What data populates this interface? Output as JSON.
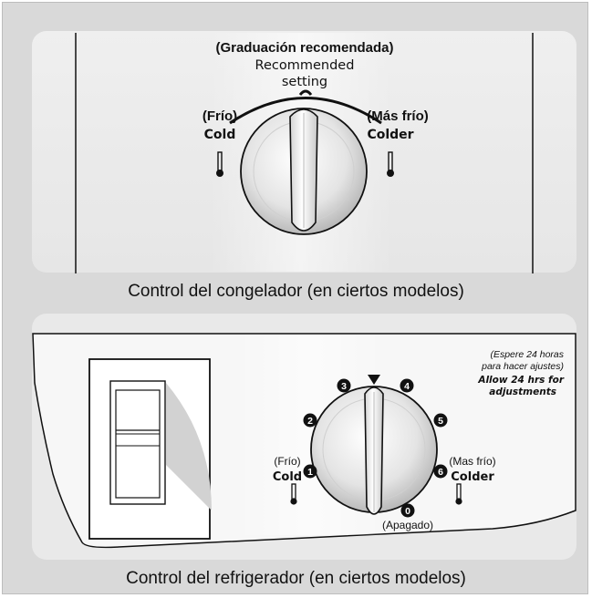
{
  "freezer": {
    "recommended_es": "(Graduación recomendada)",
    "recommended_en_line1": "Recommended",
    "recommended_en_line2": "setting",
    "cold_es": "(Frío)",
    "cold_en": "Cold",
    "colder_es": "(Más frío)",
    "colder_en": "Colder",
    "caption": "Control del congelador (en ciertos modelos)"
  },
  "refrigerator": {
    "wait_es_line1": "(Espere 24 horas",
    "wait_es_line2": "para hacer ajustes)",
    "wait_en_line1": "Allow 24 hrs for",
    "wait_en_line2": "adjustments",
    "cold_es": "(Frío)",
    "cold_en": "Cold",
    "colder_es": "(Mas frío)",
    "colder_en": "Colder",
    "off_label": "(Apagado)",
    "dial_numbers": {
      "n0": "0",
      "n1": "1",
      "n2": "2",
      "n3": "3",
      "n4": "4",
      "n5": "5",
      "n6": "6"
    },
    "caption": "Control del refrigerador (en ciertos modelos)"
  },
  "colors": {
    "panel": "#ececec",
    "frame": "#d9d9d9",
    "ink": "#111111"
  }
}
